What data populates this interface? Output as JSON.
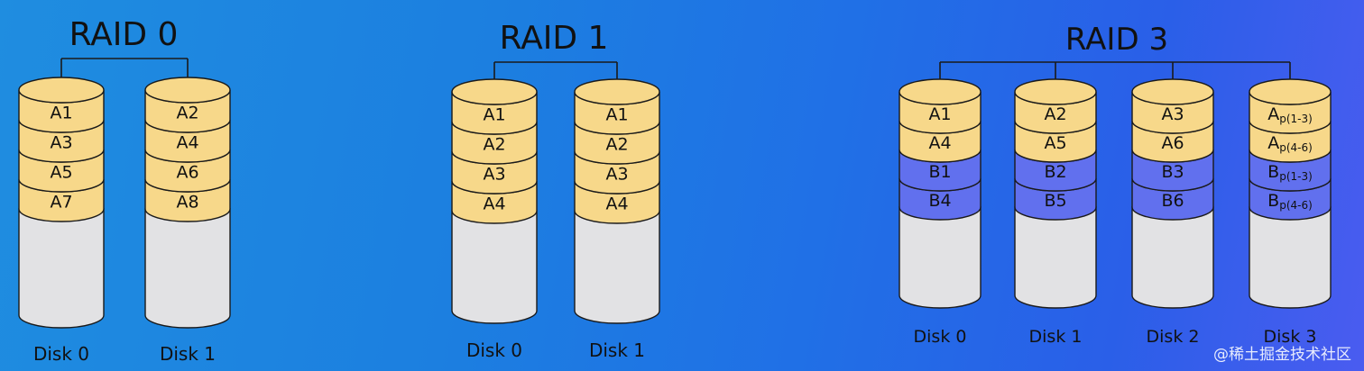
{
  "colors": {
    "data_block": "#f7d88a",
    "parity_block": "#6170ee",
    "empty_disk": "#e2e2e4",
    "outline": "#1a1a1a",
    "label": "#111111"
  },
  "watermark": "@稀土掘金技术社区",
  "groups": [
    {
      "title": "RAID 0",
      "disks": [
        {
          "label": "Disk 0",
          "blocks": [
            {
              "text": "A1",
              "kind": "data"
            },
            {
              "text": "A3",
              "kind": "data"
            },
            {
              "text": "A5",
              "kind": "data"
            },
            {
              "text": "A7",
              "kind": "data"
            }
          ]
        },
        {
          "label": "Disk 1",
          "blocks": [
            {
              "text": "A2",
              "kind": "data"
            },
            {
              "text": "A4",
              "kind": "data"
            },
            {
              "text": "A6",
              "kind": "data"
            },
            {
              "text": "A8",
              "kind": "data"
            }
          ]
        }
      ]
    },
    {
      "title": "RAID 1",
      "disks": [
        {
          "label": "Disk 0",
          "blocks": [
            {
              "text": "A1",
              "kind": "data"
            },
            {
              "text": "A2",
              "kind": "data"
            },
            {
              "text": "A3",
              "kind": "data"
            },
            {
              "text": "A4",
              "kind": "data"
            }
          ]
        },
        {
          "label": "Disk 1",
          "blocks": [
            {
              "text": "A1",
              "kind": "data"
            },
            {
              "text": "A2",
              "kind": "data"
            },
            {
              "text": "A3",
              "kind": "data"
            },
            {
              "text": "A4",
              "kind": "data"
            }
          ]
        }
      ]
    },
    {
      "title": "RAID 3",
      "disks": [
        {
          "label": "Disk 0",
          "blocks": [
            {
              "text": "A1",
              "kind": "data"
            },
            {
              "text": "A4",
              "kind": "data"
            },
            {
              "text": "B1",
              "kind": "parity"
            },
            {
              "text": "B4",
              "kind": "parity"
            }
          ]
        },
        {
          "label": "Disk 1",
          "blocks": [
            {
              "text": "A2",
              "kind": "data"
            },
            {
              "text": "A5",
              "kind": "data"
            },
            {
              "text": "B2",
              "kind": "parity"
            },
            {
              "text": "B5",
              "kind": "parity"
            }
          ]
        },
        {
          "label": "Disk 2",
          "blocks": [
            {
              "text": "A3",
              "kind": "data"
            },
            {
              "text": "A6",
              "kind": "data"
            },
            {
              "text": "B3",
              "kind": "parity"
            },
            {
              "text": "B6",
              "kind": "parity"
            }
          ]
        },
        {
          "label": "Disk 3",
          "blocks": [
            {
              "text": "A",
              "sub": "p(1-3)",
              "kind": "data"
            },
            {
              "text": "A",
              "sub": "p(4-6)",
              "kind": "data"
            },
            {
              "text": "B",
              "sub": "p(1-3)",
              "kind": "parity"
            },
            {
              "text": "B",
              "sub": "p(4-6)",
              "kind": "parity"
            }
          ]
        }
      ]
    }
  ]
}
